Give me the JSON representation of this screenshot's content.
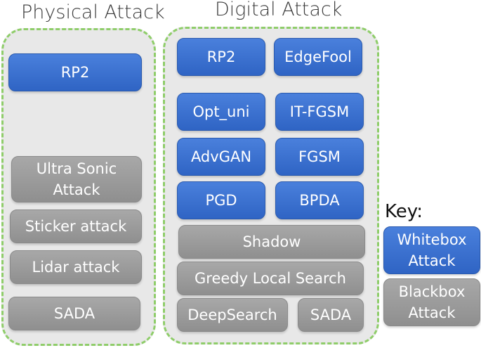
{
  "physical": {
    "title": "Physical Attack",
    "boxes": [
      "RP2",
      "Ultra Sonic Attack",
      "Sticker attack",
      "Lidar attack",
      "SADA"
    ]
  },
  "digital": {
    "title": "Digital Attack",
    "boxes": [
      "RP2",
      "EdgeFool",
      "Opt_uni",
      "IT-FGSM",
      "AdvGAN",
      "FGSM",
      "PGD",
      "BPDA",
      "Shadow",
      "Greedy Local Search",
      "DeepSearch",
      "SADA"
    ]
  },
  "key": {
    "title": "Key:",
    "whitebox": "Whitebox Attack",
    "blackbox": "Blackbox Attack"
  },
  "colors": {
    "whitebox": "#3a70d0",
    "blackbox": "#9c9c9c",
    "group_border": "#8fcd6a",
    "group_fill": "#e8e8e8"
  }
}
